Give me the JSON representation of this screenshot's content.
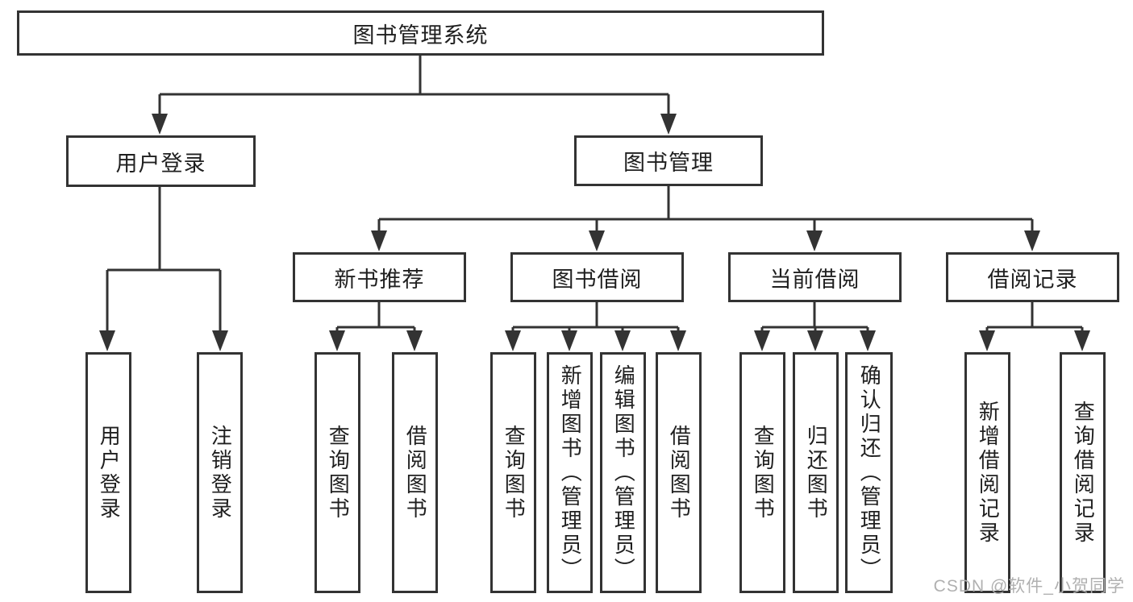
{
  "tree": {
    "root": "图书管理系统",
    "branches": [
      {
        "id": "user-login",
        "label": "用户登录",
        "children": [
          "用户登录",
          "注销登录"
        ]
      },
      {
        "id": "book-management",
        "label": "图书管理",
        "sections": [
          {
            "label": "新书推荐",
            "children": [
              "查询图书",
              "借阅图书"
            ]
          },
          {
            "label": "图书借阅",
            "children": [
              "查询图书",
              "新增图书（管理员）",
              "编辑图书（管理员）",
              "借阅图书"
            ]
          },
          {
            "label": "当前借阅",
            "children": [
              "查询图书",
              "归还图书",
              "确认归还（管理员）"
            ]
          },
          {
            "label": "借阅记录",
            "children": [
              "新增借阅记录",
              "查询借阅记录"
            ]
          }
        ]
      }
    ]
  },
  "watermark": "CSDN @软件_小贺同学",
  "colors": {
    "line": "#333333",
    "box_border": "#333333",
    "text": "#1f1f1f",
    "background": "#ffffff",
    "watermark": "#b0b0b0"
  }
}
